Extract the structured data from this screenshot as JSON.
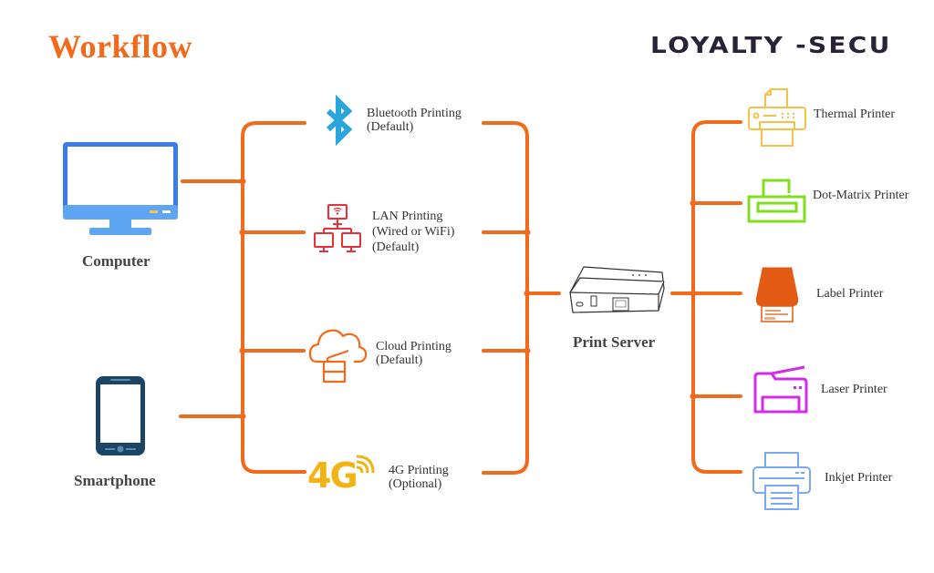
{
  "title": "Workflow",
  "brand": "LOYALTY -SECU",
  "colors": {
    "title": "#f26b1d",
    "brand": "#2a2236",
    "connector": "#f26b1d",
    "computer": "#3b7de8",
    "smartphone": "#1b4465",
    "bluetooth": "#2aa6de",
    "lan": "#e8303a",
    "cloud": "#f26b1d",
    "fourg": "#f2b315",
    "thermal": "#f7c04a",
    "dot_matrix": "#7ee01c",
    "label": "#e35b12",
    "laser": "#d22ce8",
    "inkjet": "#79a9f2"
  },
  "sources": [
    {
      "name": "computer",
      "label": "Computer",
      "icon": "desktop-monitor-icon"
    },
    {
      "name": "smartphone",
      "label": "Smartphone",
      "icon": "smartphone-icon"
    }
  ],
  "methods": [
    {
      "name": "bluetooth",
      "label": "Bluetooth Printing\n(Default)",
      "icon": "bluetooth-icon"
    },
    {
      "name": "lan",
      "label": "LAN Printing\n(Wired or WiFi)\n(Default)",
      "icon": "network-icon"
    },
    {
      "name": "cloud",
      "label": "Cloud Printing\n(Default)",
      "icon": "cloud-printer-icon"
    },
    {
      "name": "fourg",
      "label": "4G Printing\n(Optional)",
      "icon": "4g-signal-icon",
      "icon_text": "4G"
    }
  ],
  "server": {
    "label": "Print Server",
    "icon": "print-server-icon"
  },
  "printers": [
    {
      "name": "thermal",
      "label": "Thermal Printer",
      "icon": "thermal-printer-icon"
    },
    {
      "name": "dot-matrix",
      "label": "Dot-Matrix Printer",
      "icon": "dot-matrix-printer-icon"
    },
    {
      "name": "label",
      "label": "Label Printer",
      "icon": "label-printer-icon"
    },
    {
      "name": "laser",
      "label": "Laser Printer",
      "icon": "laser-printer-icon"
    },
    {
      "name": "inkjet",
      "label": "Inkjet Printer",
      "icon": "inkjet-printer-icon"
    }
  ]
}
